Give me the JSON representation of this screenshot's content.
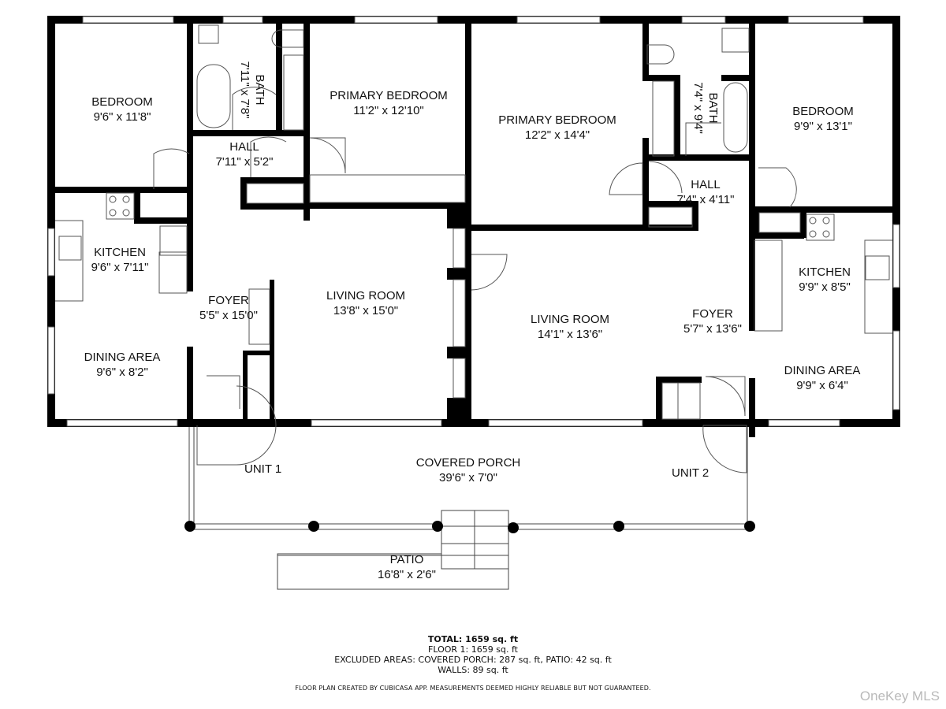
{
  "rooms": {
    "bedroom1": {
      "name": "BEDROOM",
      "dims": "9'6\" x 11'8\""
    },
    "bath1": {
      "name": "BATH",
      "dims": "7'11\" x 7'8\""
    },
    "hall1": {
      "name": "HALL",
      "dims": "7'11\" x 5'2\""
    },
    "primary1": {
      "name": "PRIMARY BEDROOM",
      "dims": "11'2\" x 12'10\""
    },
    "primary2": {
      "name": "PRIMARY BEDROOM",
      "dims": "12'2\" x 14'4\""
    },
    "bath2": {
      "name": "BATH",
      "dims": "7'4\" x 9'4\""
    },
    "bedroom2": {
      "name": "BEDROOM",
      "dims": "9'9\" x 13'1\""
    },
    "hall2": {
      "name": "HALL",
      "dims": "7'4\" x 4'11\""
    },
    "kitchen1": {
      "name": "KITCHEN",
      "dims": "9'6\" x 7'11\""
    },
    "dining1": {
      "name": "DINING AREA",
      "dims": "9'6\" x 8'2\""
    },
    "foyer1": {
      "name": "FOYER",
      "dims": "5'5\" x 15'0\""
    },
    "living1": {
      "name": "LIVING ROOM",
      "dims": "13'8\" x 15'0\""
    },
    "living2": {
      "name": "LIVING ROOM",
      "dims": "14'1\" x 13'6\""
    },
    "foyer2": {
      "name": "FOYER",
      "dims": "5'7\" x 13'6\""
    },
    "kitchen2": {
      "name": "KITCHEN",
      "dims": "9'9\" x 8'5\""
    },
    "dining2": {
      "name": "DINING AREA",
      "dims": "9'9\" x 6'4\""
    },
    "porch": {
      "name": "COVERED PORCH",
      "dims": "39'6\" x 7'0\""
    },
    "patio": {
      "name": "PATIO",
      "dims": "16'8\" x 2'6\""
    }
  },
  "units": {
    "unit1": "UNIT 1",
    "unit2": "UNIT 2"
  },
  "summary": {
    "total": "TOTAL: 1659 sq. ft",
    "floor1": "FLOOR 1: 1659 sq. ft",
    "excluded": "EXCLUDED AREAS: COVERED PORCH: 287 sq. ft, PATIO: 42 sq. ft",
    "walls": "WALLS: 89 sq. ft"
  },
  "disclaimer": "FLOOR PLAN CREATED BY CUBICASA APP. MEASUREMENTS DEEMED HIGHLY RELIABLE BUT NOT GUARANTEED.",
  "watermark": "OneKey MLS",
  "colors": {
    "wall": "#000000",
    "fixture": "#555555",
    "watermark": "#b9b9b9"
  }
}
